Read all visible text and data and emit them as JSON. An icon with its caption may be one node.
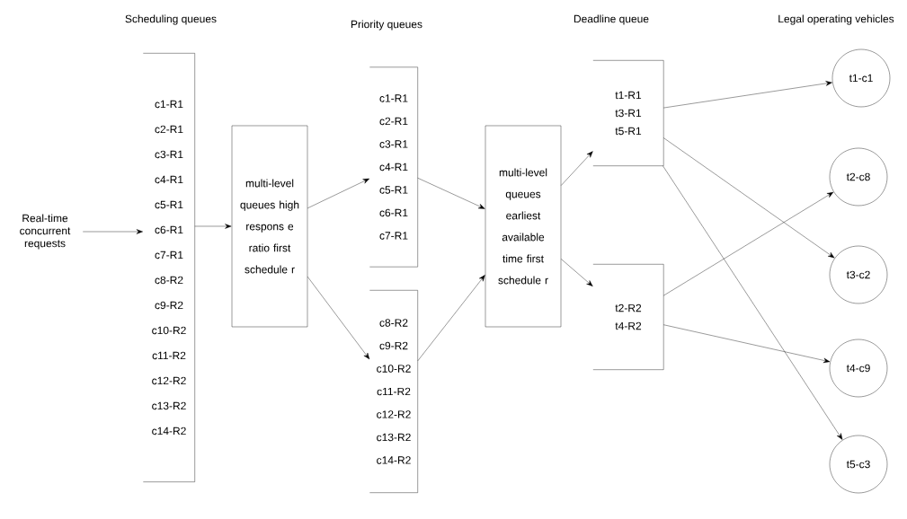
{
  "diagram": {
    "nodes": [
      {
        "text": [
          "Real-time concurrent requests"
        ]
      },
      {
        "text": [
          "c1-R1",
          "c2-R1",
          "c3-R1",
          "c4-R1",
          "c5-R1",
          "c6-R1",
          "c7-R1",
          "c8-R2",
          "c9-R2",
          "c10-R2",
          "c11-R2",
          "c12-R2",
          "c13-R2",
          "c14-R2"
        ]
      },
      {
        "text": [
          "multi-level queues high respons e ratio first schedule r"
        ]
      },
      {
        "text": [
          "c1-R1",
          "c2-R1",
          "c3-R1",
          "c4-R1",
          "c5-R1",
          "c6-R1",
          "c7-R1"
        ]
      },
      {
        "text": [
          "c8-R2",
          "c9-R2",
          "c10-R2",
          "c11-R2",
          "c12-R2",
          "c13-R2",
          "c14-R2"
        ]
      },
      {
        "text": [
          "multi-level queues earliest available time first schedule r"
        ]
      },
      {
        "text": [
          "t1-R1",
          "t3-R1",
          "t5-R1"
        ]
      },
      {
        "text": [
          "t2-R2",
          "t4-R2"
        ]
      },
      {
        "text": [
          "t1-c1"
        ]
      },
      {
        "text": [
          "t2-c8"
        ]
      },
      {
        "text": [
          "t3-c2"
        ]
      },
      {
        "text": [
          "t4-c9"
        ]
      },
      {
        "text": [
          "t5-c3"
        ]
      }
    ],
    "edges": [
      {
        "from": 0,
        "to": 1,
        "arrow": "to"
      },
      {
        "from": 1,
        "to": 2,
        "arrow": "to"
      },
      {
        "from": 2,
        "to": 3,
        "arrow": "to"
      },
      {
        "from": 2,
        "to": 4,
        "arrow": "to"
      },
      {
        "from": 3,
        "to": 5,
        "arrow": "to"
      },
      {
        "from": 4,
        "to": 5,
        "arrow": "to"
      },
      {
        "from": 5,
        "to": 6,
        "arrow": "to"
      },
      {
        "from": 5,
        "to": 7,
        "arrow": "to"
      },
      {
        "from": 6,
        "to": 8,
        "arrow": "to"
      },
      {
        "from": 6,
        "to": 10,
        "arrow": "to"
      },
      {
        "from": 6,
        "to": 12,
        "arrow": "to"
      },
      {
        "from": 7,
        "to": 9,
        "arrow": "to"
      },
      {
        "from": 7,
        "to": 11,
        "arrow": "to"
      }
    ],
    "labels": [
      "Scheduling queues",
      "Priority queues",
      "Deadline queue",
      "Legal operating vehicles"
    ]
  }
}
